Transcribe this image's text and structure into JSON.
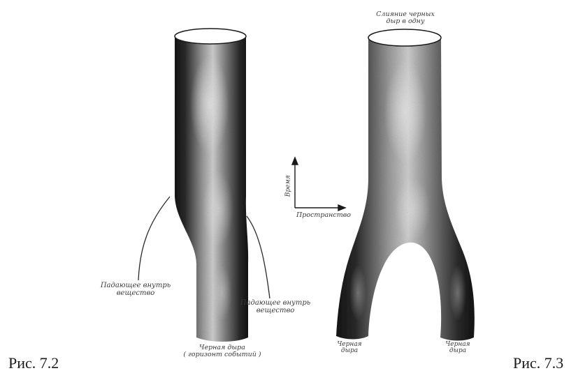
{
  "figures": {
    "left": {
      "caption": "Рис. 7.2",
      "label_matter_left": "Падающее внутрь\nвещество",
      "label_matter_right": "Падающее внутрь\nвещество",
      "label_black_hole": "Черная дыра\n( горизонт событий )"
    },
    "right": {
      "caption": "Рис. 7.3",
      "label_merging": "Слияние черных\nдыр в одну",
      "label_bh_left": "Черная\nдыра",
      "label_bh_right": "Черная\nдыра"
    }
  },
  "axes": {
    "time_label": "Время",
    "space_label": "Пространство"
  },
  "colors": {
    "dark_shade": "#151515",
    "mid_shade": "#7a7a7a",
    "light_shade": "#d4d4d4",
    "rim_fill": "#ffffff"
  }
}
